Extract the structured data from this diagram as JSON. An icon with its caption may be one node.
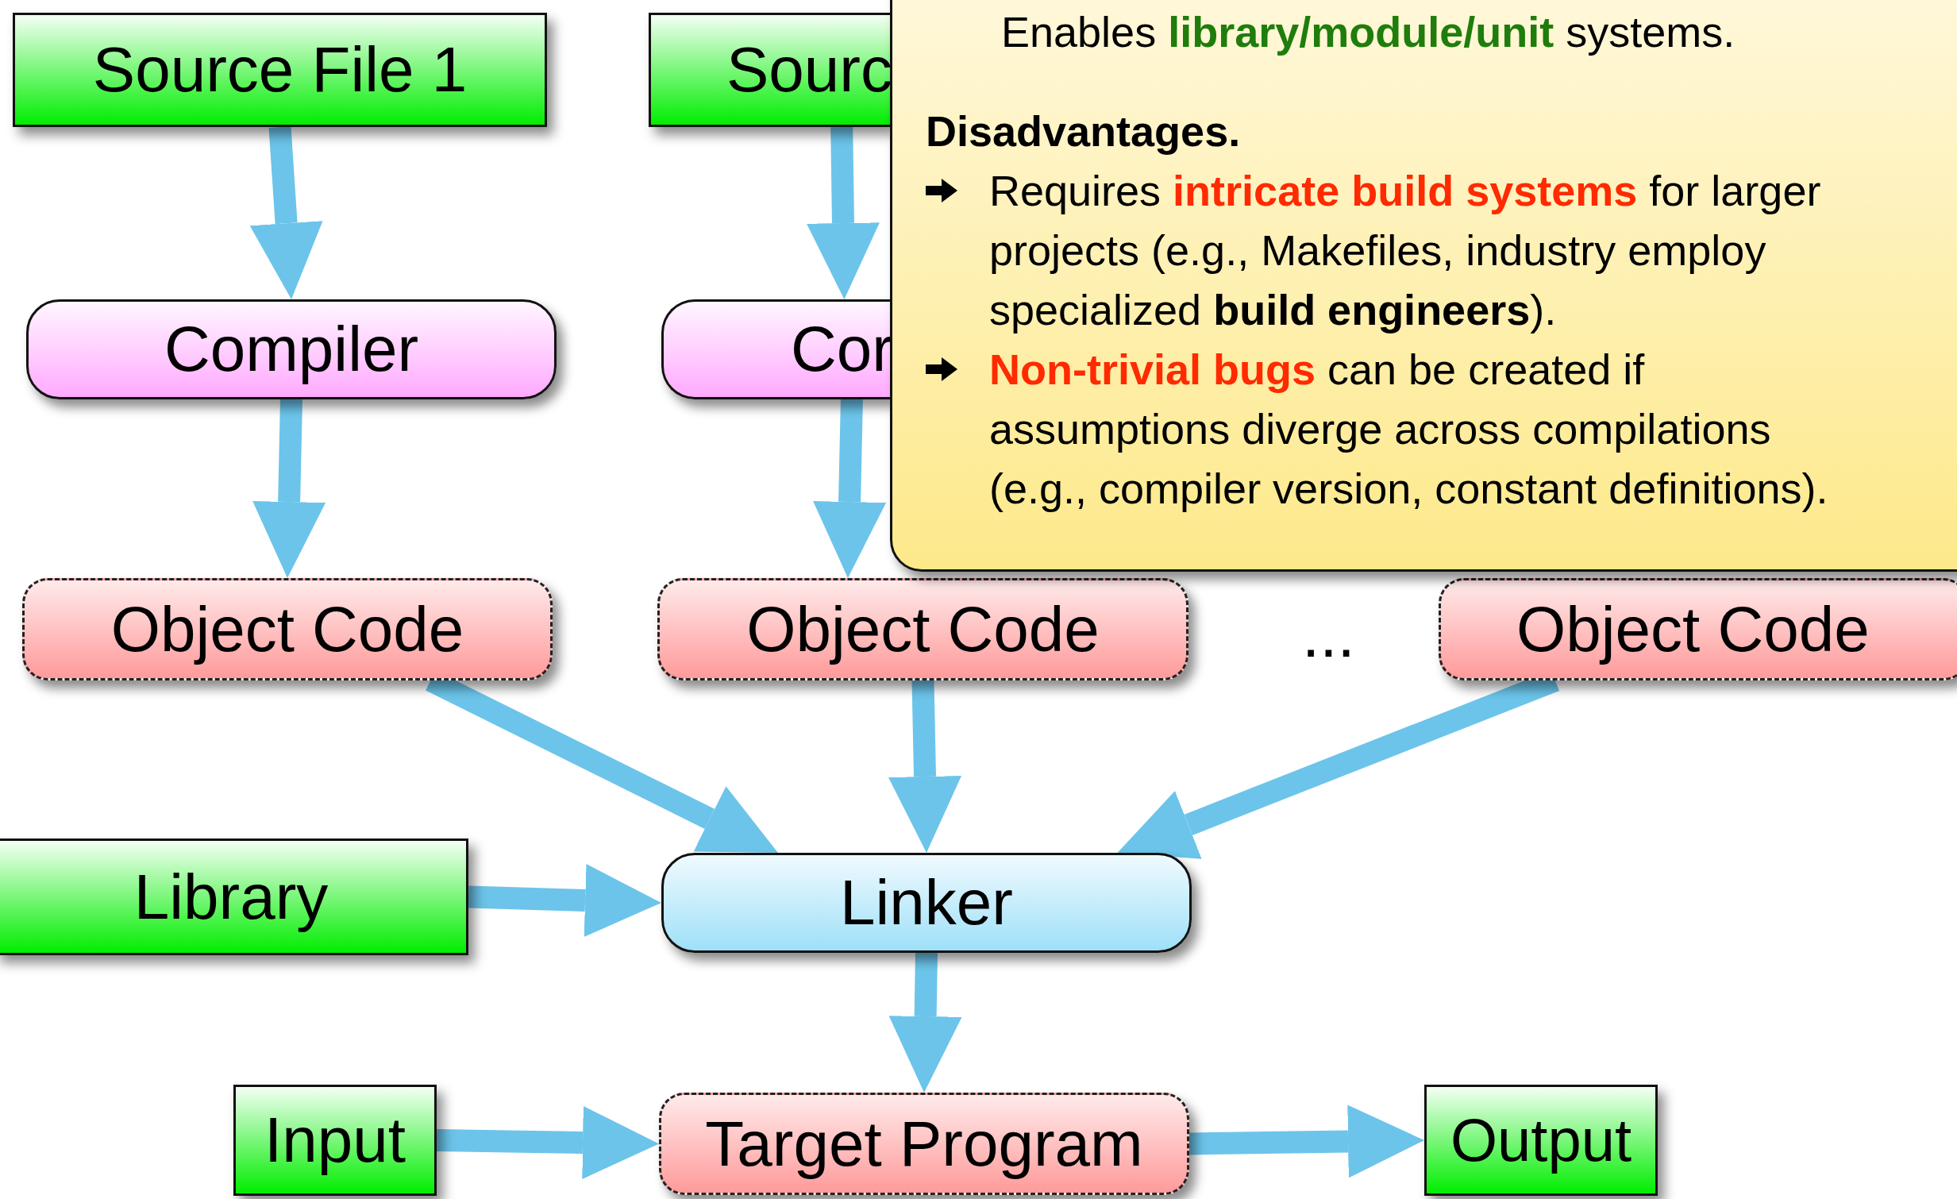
{
  "diagram": {
    "nodes": [
      {
        "text": [
          "Source File 1"
        ]
      },
      {
        "text": [
          "Sourc"
        ]
      },
      {
        "text": [
          "Compiler"
        ]
      },
      {
        "text": [
          "Cor"
        ]
      },
      {
        "text": [
          "Object Code"
        ]
      },
      {
        "text": [
          "Object Code"
        ]
      },
      {
        "text": [
          "Object Code"
        ]
      },
      {
        "text": [
          "Library"
        ]
      },
      {
        "text": [
          "Linker"
        ]
      },
      {
        "text": [
          "Input"
        ]
      },
      {
        "text": [
          "Target Program"
        ]
      },
      {
        "text": [
          "Output"
        ]
      },
      {
        "text": [
          "Enables **library/module/unit** systems.",
          "Disadvantages.",
          "Requires **intricate build systems** for larger projects (e.g., Makefiles, industry employ specialized **build engineers**).",
          "**Non-trivial bugs** can be created if assumptions diverge across compilations (e.g., compiler version, constant definitions)."
        ]
      }
    ],
    "edges": [
      {
        "from": 0,
        "to": 2,
        "arrow": "to"
      },
      {
        "from": 1,
        "to": 3,
        "arrow": "to"
      },
      {
        "from": 2,
        "to": 4,
        "arrow": "to"
      },
      {
        "from": 3,
        "to": 5,
        "arrow": "to"
      },
      {
        "from": 4,
        "to": 8,
        "arrow": "to"
      },
      {
        "from": 5,
        "to": 8,
        "arrow": "to"
      },
      {
        "from": 6,
        "to": 8,
        "arrow": "to"
      },
      {
        "from": 7,
        "to": 8,
        "arrow": "to"
      },
      {
        "from": 8,
        "to": 10,
        "arrow": "to"
      },
      {
        "from": 9,
        "to": 10,
        "arrow": "to"
      },
      {
        "from": 10,
        "to": 11,
        "arrow": "to"
      }
    ],
    "labels": [
      "..."
    ]
  }
}
